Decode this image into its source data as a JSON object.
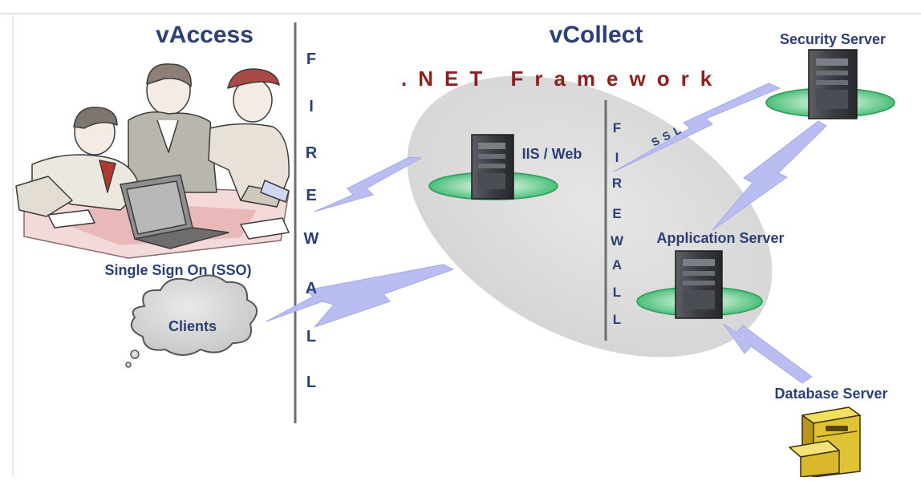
{
  "titles": {
    "vaccess": "vAccess",
    "vcollect": "vCollect",
    "net_framework": ".NET Framework"
  },
  "firewall_left": [
    "F",
    "I",
    "R",
    "E",
    "W",
    "A",
    "L",
    "L"
  ],
  "firewall_inner": [
    "F",
    "I",
    "R",
    "E",
    "W",
    "A",
    "L",
    "L"
  ],
  "labels": {
    "sso": "Single Sign On (SSO)",
    "clients": "Clients",
    "iis_web": "IIS / Web",
    "security_server": "Security Server",
    "application_server": "Application Server",
    "database_server": "Database Server",
    "ssl": "SSL"
  },
  "colors": {
    "text": "#2c3f76",
    "net_text": "#8e1f1f",
    "lightning": "#b9bdf2",
    "ellipse": "#e0e0e0",
    "server_base": "#62c98a"
  }
}
